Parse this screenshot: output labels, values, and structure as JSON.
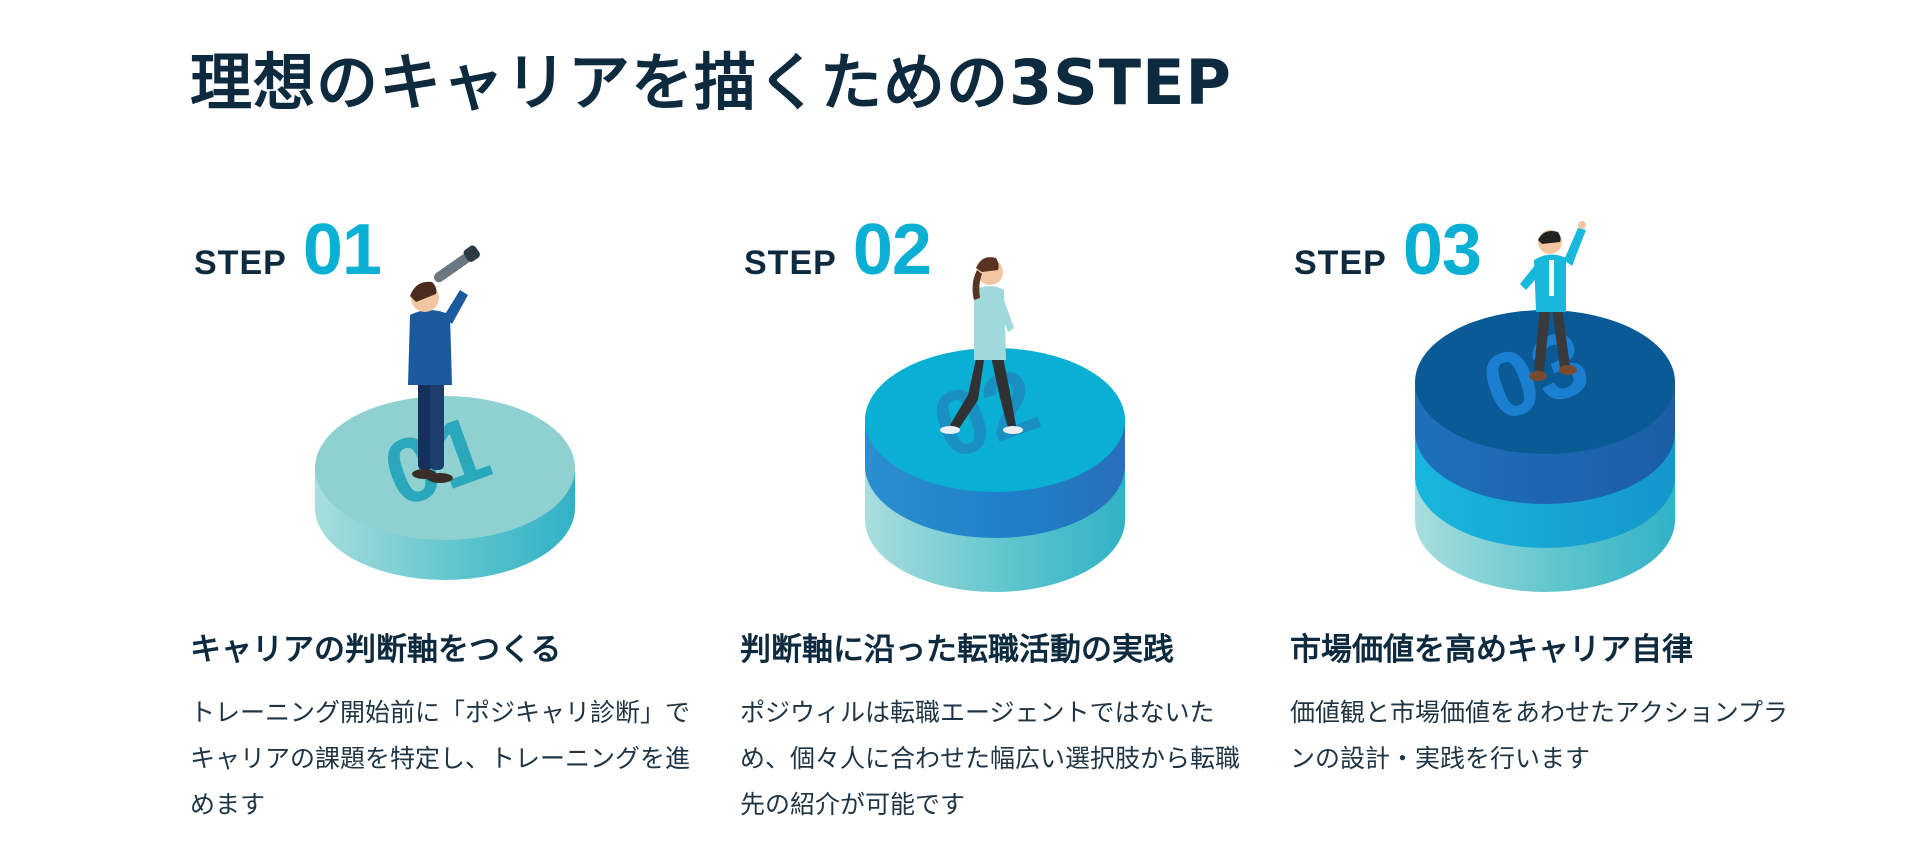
{
  "title": "理想のキャリアを描くための3STEP",
  "steps": [
    {
      "label": "STEP",
      "number": "01",
      "heading": "キャリアの判断軸をつくる",
      "description": "トレーニング開始前に「ポジキャリ診断」でキャリアの課題を特定し、トレーニングを進めます"
    },
    {
      "label": "STEP",
      "number": "02",
      "heading": "判断軸に沿った転職活動の実践",
      "description": "ポジウィルは転職エージェントではないため、個々人に合わせた幅広い選択肢から転職先の紹介が可能です"
    },
    {
      "label": "STEP",
      "number": "03",
      "heading": "市場価値を高めキャリア自律",
      "description": "価値観と市場価値をあわせたアクションプランの設計・実践を行います"
    }
  ],
  "colors": {
    "title": "#0d2a3e",
    "step_number": "#0ab0d4",
    "tier_teal_light": "#8fd0d0",
    "tier_cyan": "#0ab0d4",
    "tier_blue": "#1e6fb8",
    "tier_navy": "#0a5a96"
  },
  "icons": [
    "person-telescope-icon",
    "person-walking-icon",
    "person-cheering-icon"
  ]
}
